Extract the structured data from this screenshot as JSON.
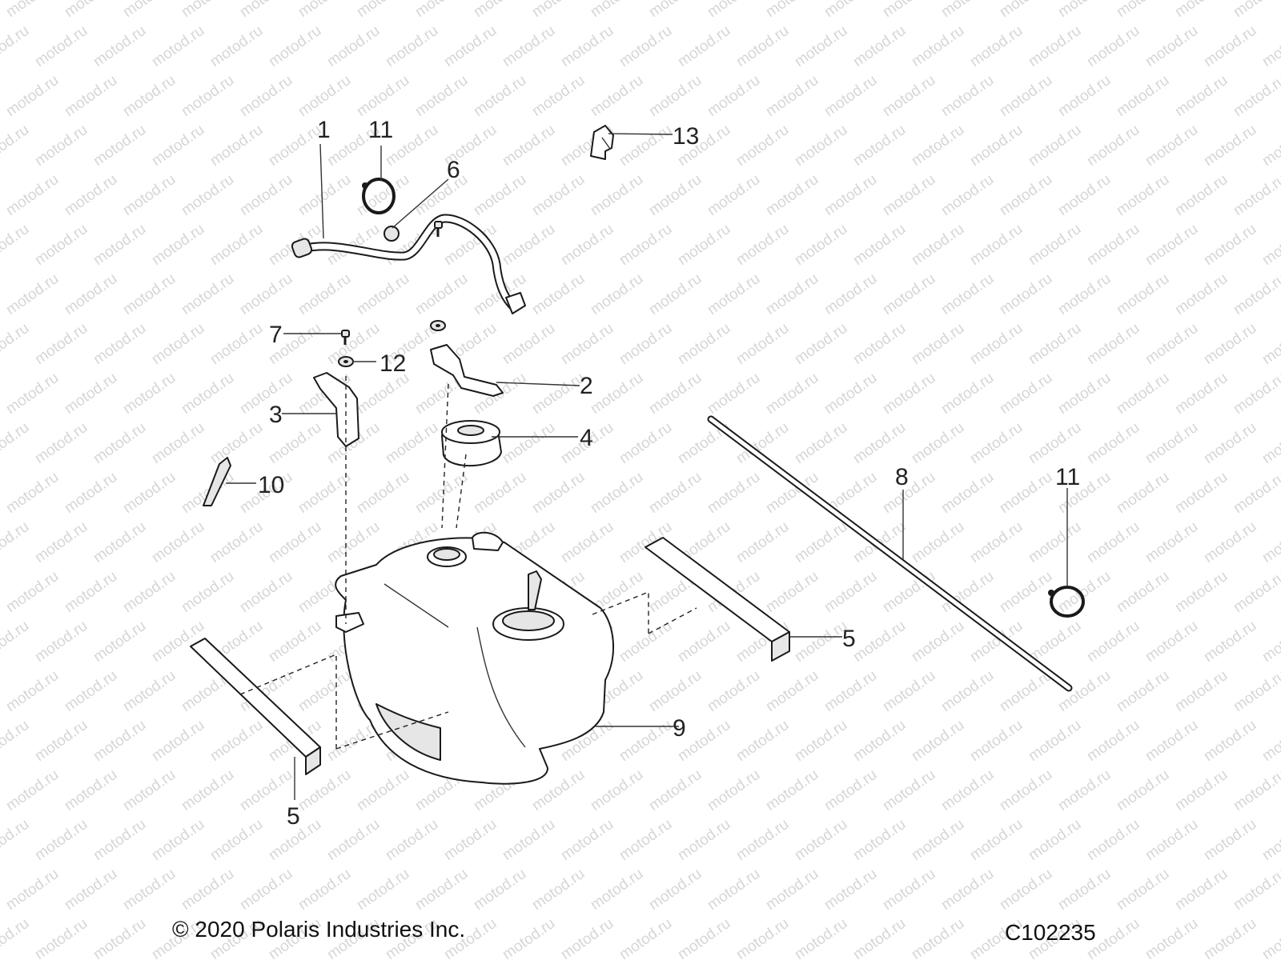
{
  "watermark": {
    "text": "motod.ru",
    "color": "#d6d6d6"
  },
  "callouts": [
    {
      "id": "1",
      "label": "1",
      "part": "vent-hose"
    },
    {
      "id": "11a",
      "label": "11",
      "part": "hose-clamp"
    },
    {
      "id": "6",
      "label": "6",
      "part": "grommet"
    },
    {
      "id": "13",
      "label": "13",
      "part": "clip"
    },
    {
      "id": "7",
      "label": "7",
      "part": "screw"
    },
    {
      "id": "12",
      "label": "12",
      "part": "washer"
    },
    {
      "id": "2",
      "label": "2",
      "part": "bracket"
    },
    {
      "id": "3",
      "label": "3",
      "part": "bracket"
    },
    {
      "id": "4",
      "label": "4",
      "part": "fuel-cap"
    },
    {
      "id": "10",
      "label": "10",
      "part": "pad"
    },
    {
      "id": "8",
      "label": "8",
      "part": "vent-tube"
    },
    {
      "id": "11b",
      "label": "11",
      "part": "hose-clamp"
    },
    {
      "id": "5a",
      "label": "5",
      "part": "foam-pad"
    },
    {
      "id": "9",
      "label": "9",
      "part": "fuel-tank"
    },
    {
      "id": "5b",
      "label": "5",
      "part": "foam-pad"
    }
  ],
  "footer": {
    "copyright": "© 2020 Polaris Industries Inc.",
    "figure_code": "C102235"
  }
}
